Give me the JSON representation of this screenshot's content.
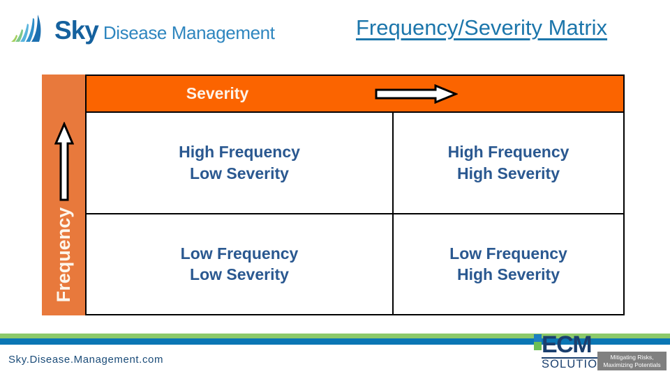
{
  "brand": {
    "logo_icon": "sky-sail-logo-icon",
    "name_primary": "Sky",
    "name_secondary": "Disease Management"
  },
  "header": {
    "title": "Frequency/Severity Matrix"
  },
  "matrix": {
    "column_axis_label": "Severity",
    "column_axis_arrow_icon": "right-arrow-icon",
    "row_axis_label": "Frequency",
    "row_axis_arrow_icon": "up-arrow-icon",
    "cells": [
      {
        "line1": "High Frequency",
        "line2": "Low Severity"
      },
      {
        "line1": "High Frequency",
        "line2": "High Severity"
      },
      {
        "line1": "Low Frequency",
        "line2": "Low Severity"
      },
      {
        "line1": "Low Frequency",
        "line2": "High Severity"
      }
    ]
  },
  "footer": {
    "url": "Sky.Disease.Management.com",
    "partner": {
      "name": "ECM",
      "subtitle": "SOLUTIONS",
      "tagline_line1": "Mitigating Risks,",
      "tagline_line2": "Maximizing Potentials"
    }
  },
  "colors": {
    "header_orange": "#FB6400",
    "axis_orange": "#E8793C",
    "title_blue": "#1C76AB",
    "cell_text_blue": "#2A5890",
    "footer_green": "#8CC96A",
    "footer_blue": "#0B76B4"
  }
}
